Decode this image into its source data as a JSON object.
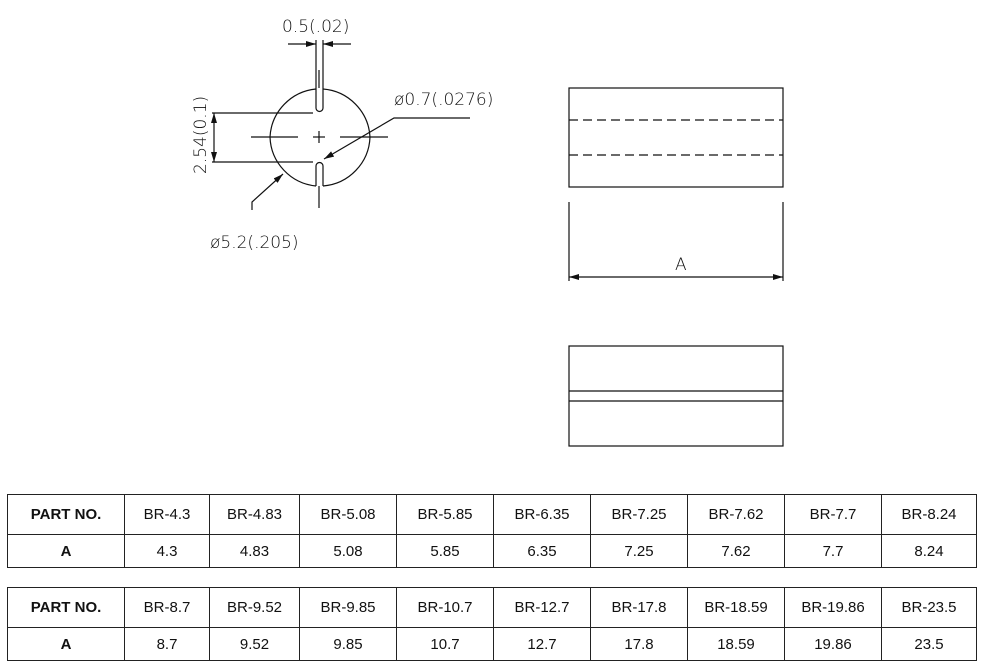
{
  "drawing": {
    "slot_width_label": "0.5(.02)",
    "hole_diameter_label": "ø0.7(.0276)",
    "pitch_label": "2.54(0.1)",
    "outer_diameter_label": "ø5.2(.205)",
    "length_label": "A"
  },
  "tables": [
    {
      "header_label": "PART NO.",
      "value_label": "A",
      "parts": [
        "BR-4.3",
        "BR-4.83",
        "BR-5.08",
        "BR-5.85",
        "BR-6.35",
        "BR-7.25",
        "BR-7.62",
        "BR-7.7",
        "BR-8.24"
      ],
      "values": [
        "4.3",
        "4.83",
        "5.08",
        "5.85",
        "6.35",
        "7.25",
        "7.62",
        "7.7",
        "8.24"
      ]
    },
    {
      "header_label": "PART NO.",
      "value_label": "A",
      "parts": [
        "BR-8.7",
        "BR-9.52",
        "BR-9.85",
        "BR-10.7",
        "BR-12.7",
        "BR-17.8",
        "BR-18.59",
        "BR-19.86",
        "BR-23.5"
      ],
      "values": [
        "8.7",
        "9.52",
        "9.85",
        "10.7",
        "12.7",
        "17.8",
        "18.59",
        "19.86",
        "23.5"
      ]
    }
  ]
}
